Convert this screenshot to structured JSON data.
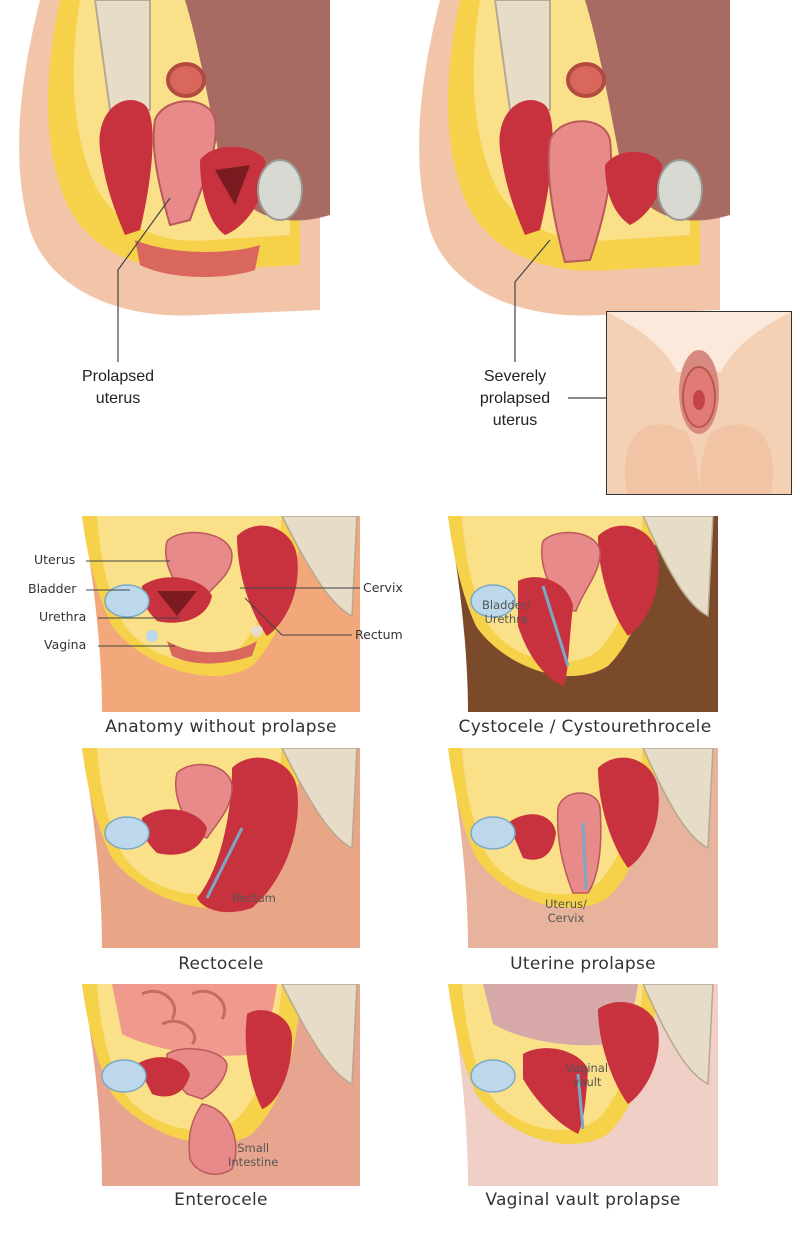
{
  "top": {
    "left_label": "Prolapsed\nuterus",
    "right_label": "Severely\nprolapsed\nuterus"
  },
  "panels": {
    "anatomy": {
      "caption": "Anatomy without prolapse",
      "labels": {
        "uterus": "Uterus",
        "bladder": "Bladder",
        "urethra": "Urethra",
        "vagina": "Vagina",
        "cervix": "Cervix",
        "rectum": "Rectum"
      }
    },
    "cystocele": {
      "caption": "Cystocele / Cystourethrocele",
      "inner_label": "Bladder/\nUrethra"
    },
    "rectocele": {
      "caption": "Rectocele",
      "inner_label": "Rectum"
    },
    "uterine": {
      "caption": "Uterine prolapse",
      "inner_label": "Uterus/\nCervix"
    },
    "enterocele": {
      "caption": "Enterocele",
      "inner_label": "Small\nIntestine"
    },
    "vault": {
      "caption": "Vaginal vault prolapse",
      "inner_label": "Vaginal\nvault"
    }
  },
  "colors": {
    "skin": "#f2c5a8",
    "fat": "#f5d24a",
    "uterus": "#e88a8a",
    "rectum": "#c8323e",
    "bladder": "#bcd8ea",
    "bone": "#e6dcc8"
  }
}
